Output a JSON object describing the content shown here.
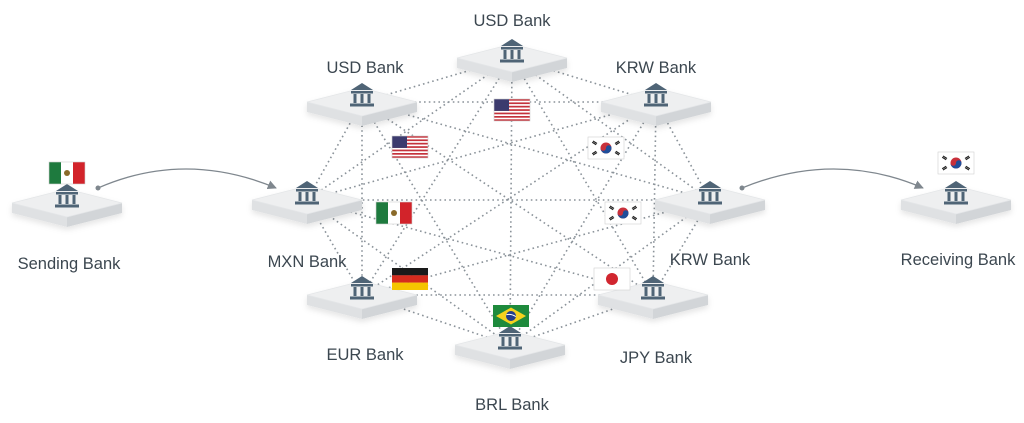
{
  "nodes": {
    "usd_top": {
      "label": "USD Bank",
      "flag": "us-flag-icon"
    },
    "usd_left": {
      "label": "USD Bank",
      "flag": "us-flag-icon"
    },
    "krw_top": {
      "label": "KRW Bank",
      "flag": "kr-flag-icon"
    },
    "mxn": {
      "label": "MXN Bank",
      "flag": "mx-flag-icon"
    },
    "krw_right": {
      "label": "KRW Bank",
      "flag": "kr-flag-icon"
    },
    "eur": {
      "label": "EUR Bank",
      "flag": "de-flag-icon"
    },
    "jpy": {
      "label": "JPY Bank",
      "flag": "jp-flag-icon"
    },
    "brl": {
      "label": "BRL Bank",
      "flag": "br-flag-icon"
    },
    "sending": {
      "label": "Sending Bank",
      "flag": "mx-flag-icon"
    },
    "receiving": {
      "label": "Receiving Bank",
      "flag": "kr-flag-icon"
    }
  },
  "colors": {
    "platform_top": "#eeeff0",
    "platform_side": "#d2d5d8",
    "bank_icon": "#4f6476",
    "mesh_line": "#8a9299",
    "arrow": "#7f878e",
    "label": "#3c4750"
  }
}
